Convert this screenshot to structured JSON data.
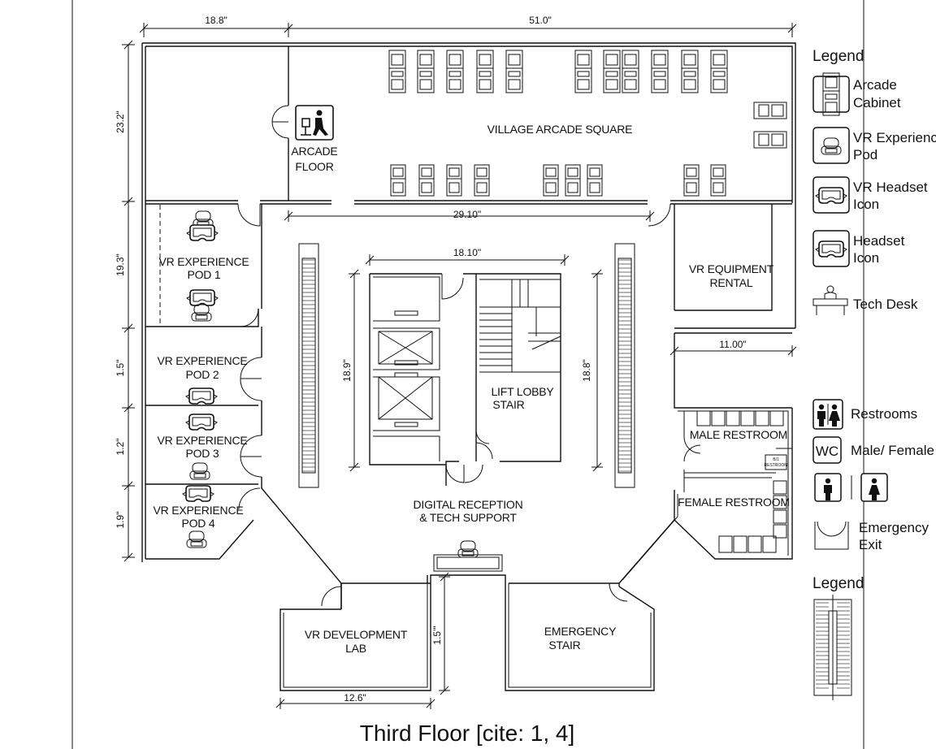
{
  "plan_title": "Third Floor [cite: 1, 4]",
  "rooms": {
    "arcade_square": "VILLAGE ARCADE SQUARE",
    "arcade_floor": [
      "ARCADE",
      "FLOOR"
    ],
    "vr_pod_1": [
      "VR EXPERIENCE",
      "POD 1"
    ],
    "vr_pod_2": [
      "VR EXPERIENCE",
      "POD 2"
    ],
    "vr_pod_3": [
      "VR EXPERIENCE",
      "POD 3"
    ],
    "vr_pod_4": [
      "VR EXPERIENCE",
      "POD 4"
    ],
    "vr_equipment_rental": [
      "VR EQUIPMENT",
      "RENTAL"
    ],
    "lift_lobby_stair": [
      "LIFT LOBBY",
      "STAIR"
    ],
    "male_restroom": "MALE  RESTROOM",
    "female_restroom": "FEMALE  RESTROOM",
    "digital_reception": [
      "DIGITAL RECEPTION",
      "& TECH SUPPORT"
    ],
    "vr_development_lab": [
      "VR DEVELOPMENT",
      "LAB"
    ],
    "emergency_stair": [
      "EMERGENCY",
      "STAIR"
    ],
    "tiny_restroom_sign": [
      "B/1",
      "RESTROOM"
    ]
  },
  "dimensions": {
    "top_left_width": "18.8\"",
    "top_right_width": "51.0\"",
    "arcade_height": "23.2\"",
    "pod1_height": "19.3\"",
    "pod2_height": "1.5\"",
    "pod3_height": "1.2\"",
    "pod4_height": "1.9\"",
    "corridor_width": "29.10\"",
    "core_width": "18.10\"",
    "core_height_left": "18.9\"",
    "core_height_right": "18.8\"",
    "east_wing_width": "11.00\"",
    "lab_height": "1.5'\"",
    "lab_width": "12.6\""
  },
  "legend": {
    "heading": "Legend",
    "items": [
      {
        "icon": "arcade-cabinet-icon",
        "lines": [
          "Arcade",
          "Cabinet"
        ]
      },
      {
        "icon": "vr-pod-chair-icon",
        "lines": [
          "VR Experience",
          "Pod"
        ]
      },
      {
        "icon": "vr-headset-icon",
        "lines": [
          "VR Headset",
          "Icon"
        ]
      },
      {
        "icon": "headset-icon",
        "lines": [
          "Headset",
          "Icon"
        ]
      },
      {
        "icon": "tech-desk-icon",
        "lines": [
          "Tech Desk"
        ]
      }
    ],
    "restroom_items": [
      {
        "icon": "restrooms-icon",
        "lines": [
          "Restrooms"
        ]
      },
      {
        "icon": "wc-icon",
        "badge": "WC",
        "lines": [
          "Male/ Female"
        ]
      },
      {
        "icon": "emergency-exit-icon",
        "lines": [
          "Emergency",
          "Exit"
        ]
      }
    ],
    "heading2": "Legend"
  },
  "colors": {
    "line": "#111111",
    "background": "#ffffff"
  }
}
